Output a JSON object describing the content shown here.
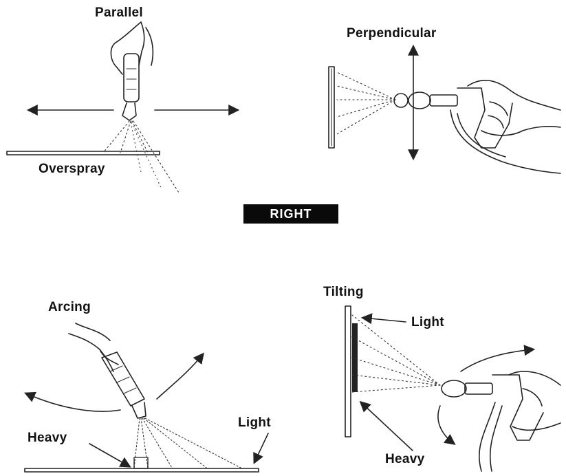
{
  "panels": {
    "parallel": {
      "title": "Parallel",
      "note": "Overspray"
    },
    "perpendicular": {
      "title": "Perpendicular"
    },
    "arcing": {
      "title": "Arcing",
      "heavy": "Heavy",
      "light": "Light"
    },
    "tilting": {
      "title": "Tilting",
      "light": "Light",
      "heavy": "Heavy"
    }
  },
  "badge": "RIGHT",
  "colors": {
    "ink": "#222222",
    "badge_bg": "#0a0a0a",
    "badge_fg": "#ffffff"
  }
}
